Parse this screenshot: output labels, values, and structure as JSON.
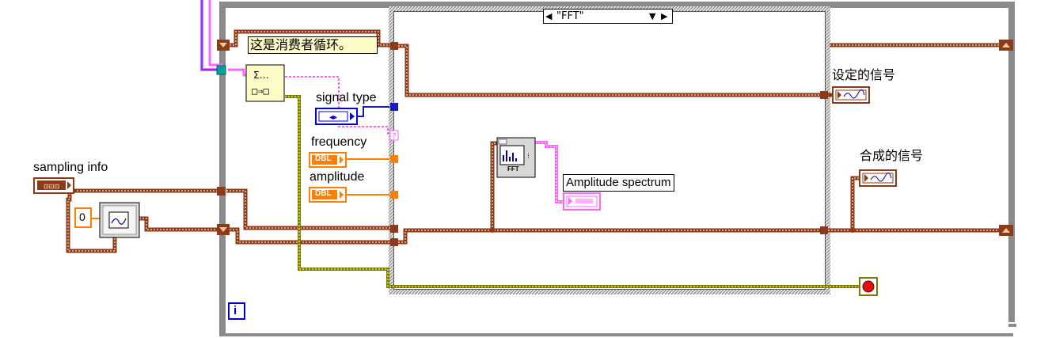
{
  "diagram": {
    "comment": "这是消费者循环。",
    "case_selector": {
      "value": "\"FFT\""
    },
    "controls": {
      "signal_type": {
        "label": "signal type"
      },
      "frequency": {
        "label": "frequency",
        "type_tag": "DBL"
      },
      "amplitude": {
        "label": "amplitude",
        "type_tag": "DBL"
      },
      "sampling_info": {
        "label": "sampling info"
      }
    },
    "constant_zero": "0",
    "indicators": {
      "set_signal": {
        "label": "设定的信号"
      },
      "synth_signal": {
        "label": "合成的信号"
      },
      "amplitude_spectrum": {
        "label": "Amplitude spectrum"
      }
    },
    "iteration_terminal": "i",
    "fft_vi": {
      "caption": "FFT"
    }
  },
  "colors": {
    "cluster_wire": "#8b3a1a",
    "dbl_orange": "#ff7f00",
    "enum_blue": "#0000ff",
    "dynamic_pink": "#ff66ff",
    "bool_olive": "#9a9a00",
    "frame_gray": "#808080"
  }
}
